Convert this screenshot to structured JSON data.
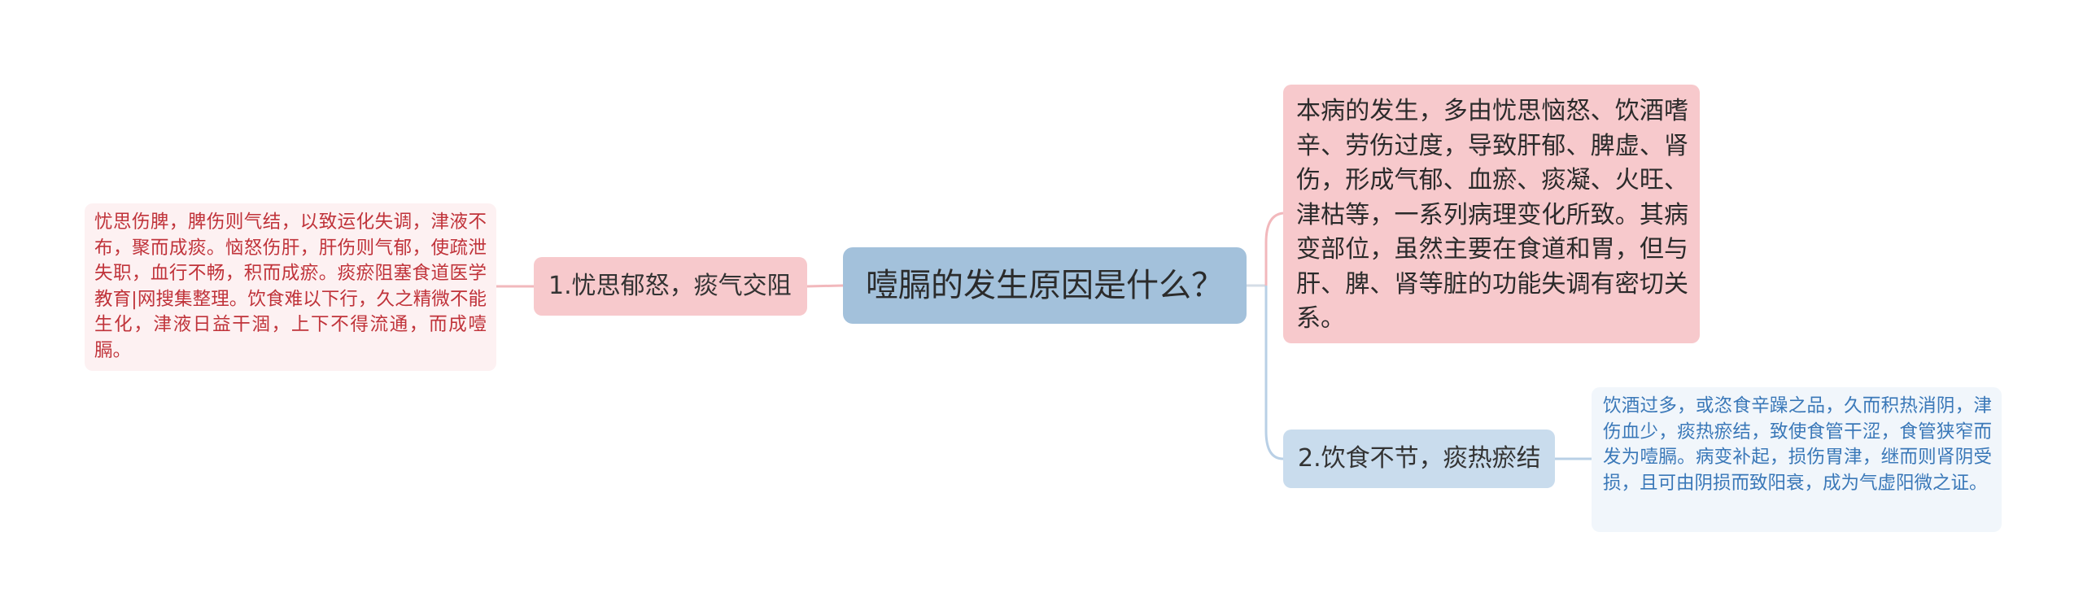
{
  "colors": {
    "root_fill": "#a3c1db",
    "branch_pink_fill": "#f7c9cc",
    "branch_blue_fill": "#c9dced",
    "leaf_pink_fill": "#fdf1f2",
    "leaf_pink_text": "#c0333a",
    "leaf_blue_fill": "#f1f6fb",
    "leaf_blue_text": "#3a78b8",
    "link_pink": "#f2b8bc",
    "link_blue": "#b9d0e6"
  },
  "mindmap": {
    "root": "噎膈的发生原因是什么？",
    "branch_left": {
      "label": "1.忧思郁怒，痰气交阻",
      "detail": "忧思伤脾，脾伤则气结，以致运化失调，津液不布，聚而成痰。恼怒伤肝，肝伤则气郁，使疏泄失职，血行不畅，积而成瘀。痰瘀阻塞食道医学教育|网搜集整理。饮食难以下行，久之精微不能生化，津液日益干涸，上下不得流通，而成噎膈。"
    },
    "summary_right": "本病的发生，多由忧思恼怒、饮酒嗜辛、劳伤过度，导致肝郁、脾虚、肾伤，形成气郁、血瘀、痰凝、火旺、津枯等，一系列病理变化所致。其病变部位，虽然主要在食道和胃，但与肝、脾、肾等脏的功能失调有密切关系。",
    "branch_right": {
      "label": "2.饮食不节，痰热瘀结",
      "detail": "饮酒过多，或恣食辛躁之品，久而积热消阴，津伤血少，痰热瘀结，致使食管干涩，食管狭窄而发为噎膈。病变补起，损伤胃津，继而则肾阴受损，且可由阴损而致阳衰，成为气虚阳微之证。"
    }
  }
}
